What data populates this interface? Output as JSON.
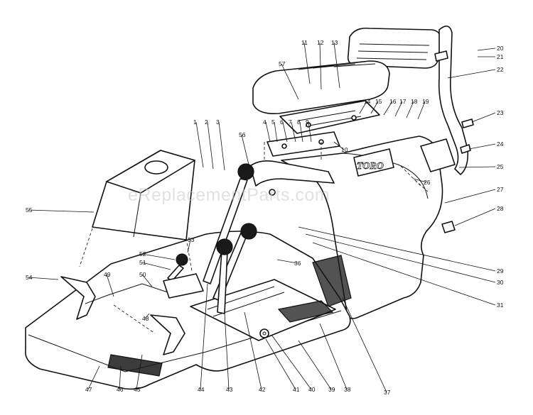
{
  "watermark": "eReplacementParts.com",
  "brand": "TORO",
  "callouts": [
    "1",
    "2",
    "3",
    "4",
    "5",
    "6",
    "7",
    "8",
    "9",
    "10",
    "11",
    "12",
    "13",
    "14",
    "15",
    "16",
    "17",
    "18",
    "19",
    "20",
    "21",
    "22",
    "23",
    "24",
    "25",
    "26",
    "27",
    "28",
    "29",
    "30",
    "31",
    "36",
    "37",
    "38",
    "39",
    "40",
    "41",
    "42",
    "43",
    "44",
    "45",
    "46",
    "47",
    "48",
    "49",
    "50",
    "51",
    "52",
    "53",
    "54",
    "55",
    "56",
    "57"
  ]
}
